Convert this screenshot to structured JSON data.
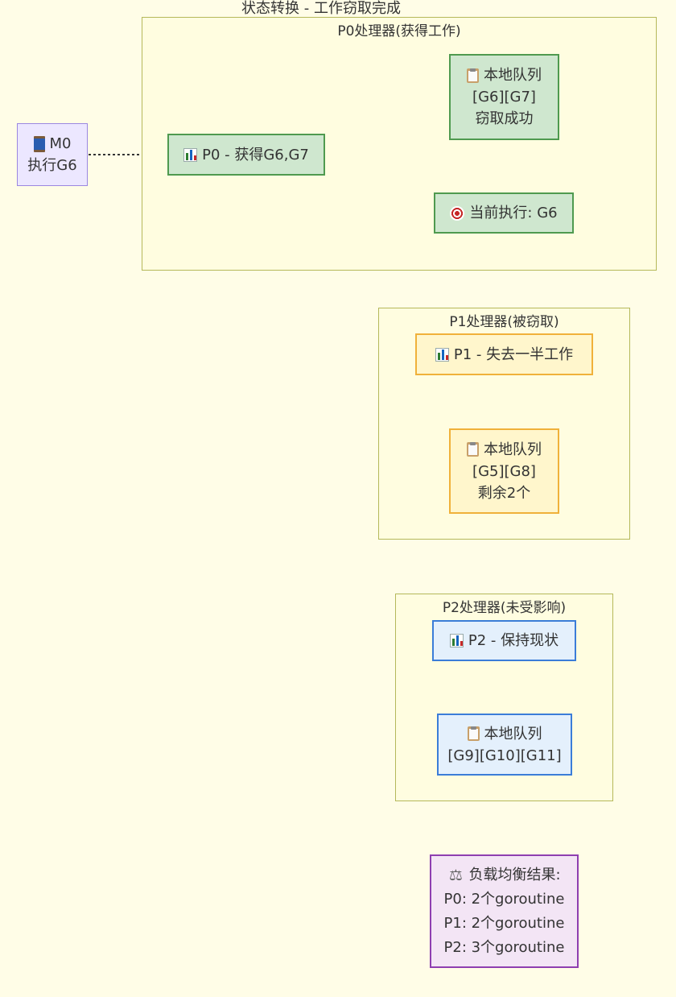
{
  "diagram_title": "状态转换 - 工作窃取完成",
  "icons": {
    "bar": "bar-chart-icon",
    "clipboard": "clipboard-icon",
    "spool": "thread-spool-icon",
    "target": "target-icon",
    "scale": "balance-scale-icon"
  },
  "colors": {
    "background": "#fffde7",
    "p0": "#cfe7cf",
    "p1": "#fff6cc",
    "p2": "#e4f0fc",
    "result": "#f3e5f5"
  },
  "m0": {
    "line1": "M0",
    "line2": "执行G6"
  },
  "p0": {
    "title": "P0处理器(获得工作)",
    "processor": "P0 - 获得G6,G7",
    "queue": {
      "line1": "本地队列",
      "line2": "[G6][G7]",
      "line3": "窃取成功"
    },
    "current": "当前执行: G6"
  },
  "p1": {
    "title": "P1处理器(被窃取)",
    "processor": "P1 - 失去一半工作",
    "queue": {
      "line1": "本地队列",
      "line2": "[G5][G8]",
      "line3": "剩余2个"
    }
  },
  "p2": {
    "title": "P2处理器(未受影响)",
    "processor": "P2 - 保持现状",
    "queue": {
      "line1": "本地队列",
      "line2": "[G9][G10][G11]"
    }
  },
  "result": {
    "title": "负载均衡结果:",
    "p0": "P0: 2个goroutine",
    "p1": "P1: 2个goroutine",
    "p2": "P2: 3个goroutine"
  }
}
